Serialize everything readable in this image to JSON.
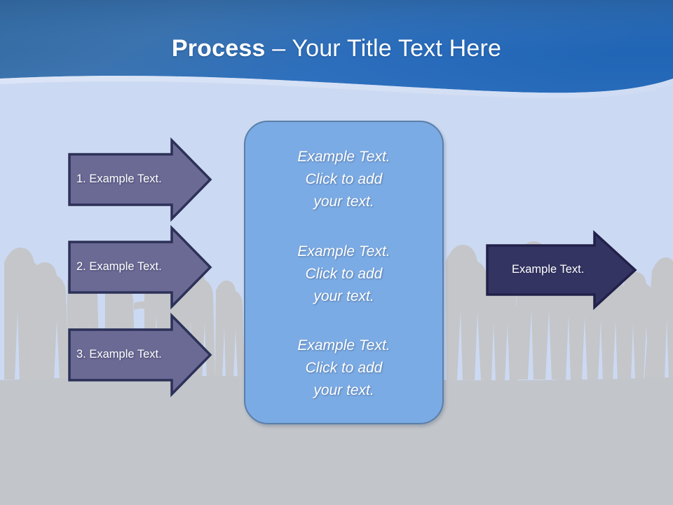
{
  "slide": {
    "title_strong": "Process",
    "title_rest": " – Your Title Text Here"
  },
  "colors": {
    "header_gradient_left": "#34689c",
    "header_gradient_right": "#1f63b5",
    "page_background": "#ccd9f2",
    "floor_gray": "#c2c5ca",
    "silhouette_gray": "#c4c6c9",
    "panel_fill": "#7babe4",
    "panel_border": "#5a7fa9",
    "step_arrow_fill": "#6b6a95",
    "step_arrow_border": "#2c3158",
    "result_arrow_fill": "#343463",
    "result_arrow_border": "#21214a",
    "title_text": "#ffffff"
  },
  "steps": [
    {
      "label": "1. Example Text."
    },
    {
      "label": "2. Example Text."
    },
    {
      "label": "3. Example Text."
    }
  ],
  "panel": {
    "blocks": [
      {
        "line1": "Example Text.",
        "line2": "Click  to add",
        "line3": "your text."
      },
      {
        "line1": "Example Text.",
        "line2": "Click  to add",
        "line3": "your text."
      },
      {
        "line1": "Example Text.",
        "line2": "Click  to add",
        "line3": "your text."
      }
    ]
  },
  "result": {
    "label": "Example Text."
  }
}
